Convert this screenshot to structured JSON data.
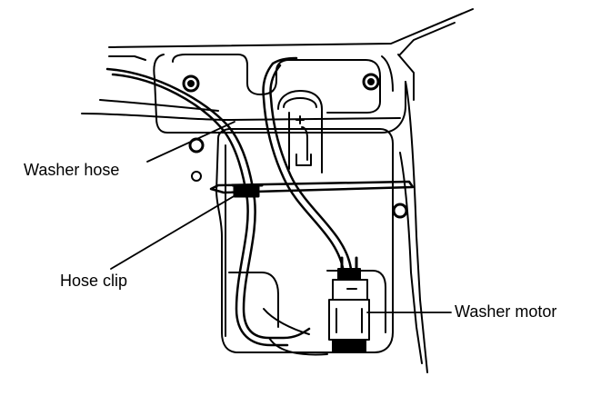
{
  "labels": {
    "washer_hose": "Washer hose",
    "hose_clip": "Hose clip",
    "washer_motor": "Washer motor"
  },
  "colors": {
    "ink": "#000000",
    "paper": "#ffffff"
  }
}
